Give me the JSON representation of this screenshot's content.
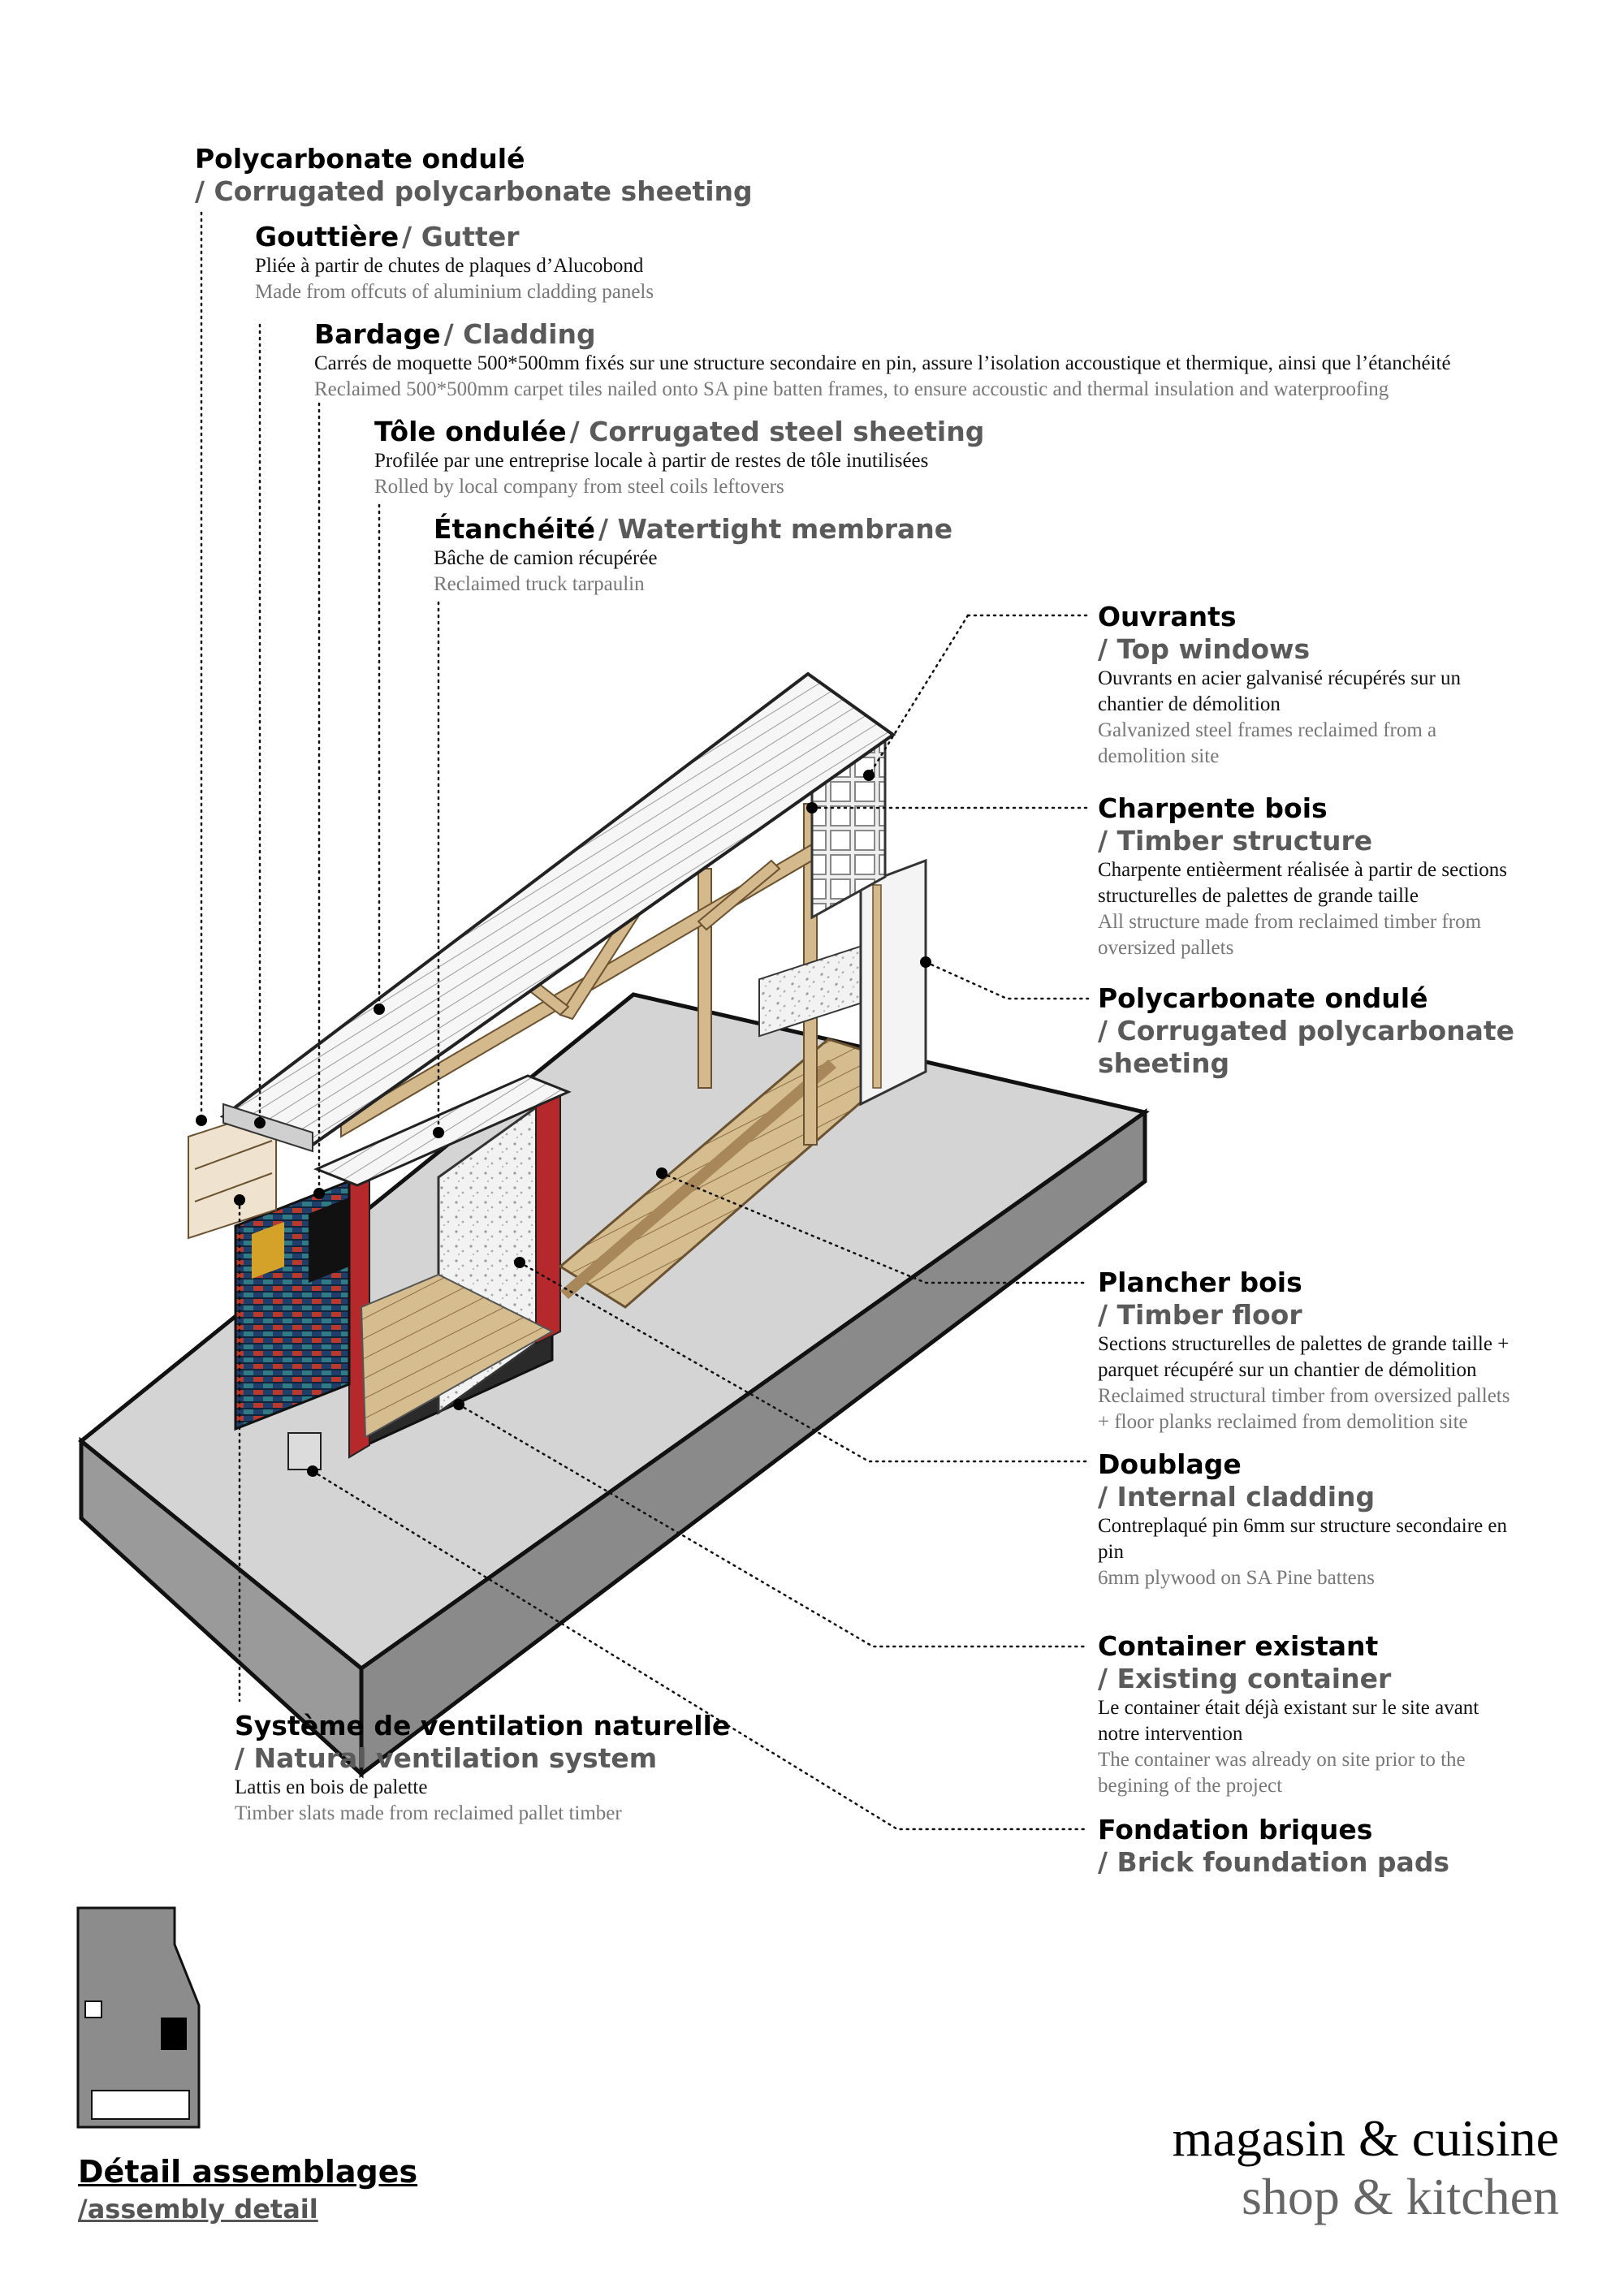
{
  "labels": {
    "polycarbonate_top": {
      "fr": "Polycarbonate ondulé",
      "en": "/ Corrugated polycarbonate sheeting"
    },
    "gutter": {
      "fr": "Gouttière",
      "en": "/ Gutter",
      "desc_fr": "Pliée à partir de chutes de plaques d’Alucobond",
      "desc_en": "Made from offcuts of aluminium cladding panels"
    },
    "cladding": {
      "fr": "Bardage",
      "en": "/ Cladding",
      "desc_fr": "Carrés de moquette 500*500mm fixés sur une structure secondaire en pin, assure l’isolation accoustique et thermique, ainsi que l’étanchéité",
      "desc_en": "Reclaimed 500*500mm carpet tiles nailed onto SA pine batten frames, to ensure accoustic and thermal insulation and waterproofing"
    },
    "steel_sheeting": {
      "fr": "Tôle ondulée",
      "en": "/ Corrugated steel sheeting",
      "desc_fr": "Profilée par une entreprise locale à partir de restes de tôle inutilisées",
      "desc_en": "Rolled by local company from steel coils leftovers"
    },
    "membrane": {
      "fr": "Étanchéité",
      "en": "/ Watertight membrane",
      "desc_fr": "Bâche de camion récupérée",
      "desc_en": "Reclaimed truck tarpaulin"
    },
    "top_windows": {
      "fr": "Ouvrants",
      "en": "/ Top windows",
      "desc_fr": [
        "Ouvrants en acier galvanisé récupérés sur un",
        "chantier de démolition"
      ],
      "desc_en": [
        "Galvanized steel frames reclaimed from a",
        "demolition site"
      ]
    },
    "timber_structure": {
      "fr": "Charpente bois",
      "en": "/ Timber structure",
      "desc_fr": [
        "Charpente entièerment réalisée à partir de sections",
        "structurelles de palettes de grande taille"
      ],
      "desc_en": [
        "All structure made from reclaimed timber from",
        "oversized pallets"
      ]
    },
    "polycarbonate_side": {
      "fr": "Polycarbonate ondulé",
      "en": [
        "/ Corrugated polycarbonate",
        "sheeting"
      ]
    },
    "timber_floor": {
      "fr": "Plancher bois",
      "en": "/ Timber floor",
      "desc_fr": [
        "Sections structurelles de palettes de grande taille +",
        "parquet récupéré sur un chantier de démolition"
      ],
      "desc_en": [
        "Reclaimed structural timber from oversized pallets",
        "+ floor planks reclaimed from demolition site"
      ]
    },
    "internal_cladding": {
      "fr": "Doublage",
      "en": "/ Internal cladding",
      "desc_fr": [
        "Contreplaqué pin 6mm sur structure secondaire en",
        "pin"
      ],
      "desc_en": [
        "6mm plywood on SA Pine battens"
      ]
    },
    "existing_container": {
      "fr": "Container existant",
      "en": "/ Existing container",
      "desc_fr": [
        "Le container était déjà existant sur le site avant",
        "notre intervention"
      ],
      "desc_en": [
        "The container was already on site prior to the",
        "begining of the project"
      ]
    },
    "brick_pads": {
      "fr": "Fondation briques",
      "en": "/ Brick foundation pads"
    },
    "ventilation": {
      "fr": "Système de ventilation naturelle",
      "en": "/ Natural ventilation system",
      "desc_fr": "Lattis en bois de palette",
      "desc_en": "Timber slats made from reclaimed pallet timber"
    }
  },
  "title": {
    "fr": "Détail assemblages",
    "en": "/assembly detail"
  },
  "sheet": {
    "fr": "magasin & cuisine",
    "en": "shop & kitchen"
  },
  "colors": {
    "slab_top": "#d4d4d4",
    "slab_side": "#8f8f8f",
    "timber": "#d4b98c",
    "timber_dark": "#a8875a",
    "container_red": "#b5282b",
    "carpet_blue": "#1f3f6a",
    "carpet_teal": "#2f7a84",
    "carpet_red": "#b73a2e",
    "carpet_yellow": "#d4a229",
    "roof": "#f4f4f4",
    "title_grey": "#5a5a5a"
  }
}
